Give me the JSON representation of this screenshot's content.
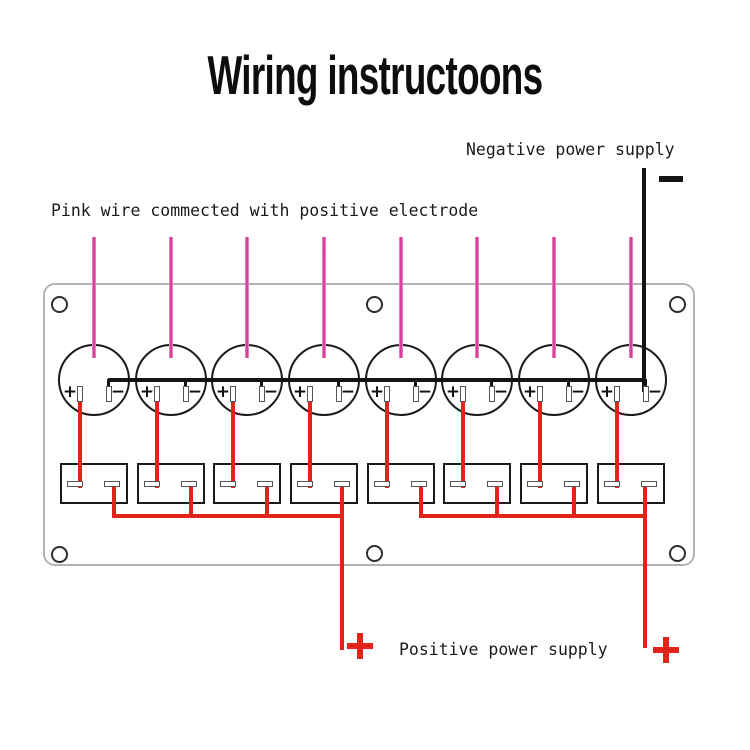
{
  "title": "Wiring instructoons",
  "labels": {
    "negative_supply": "Negative power supply",
    "pink_wire_note": "Pink wire commected with positive electrode",
    "positive_supply": "Positive power supply"
  },
  "terminals": {
    "positive_label": "+",
    "negative_label": "−"
  },
  "panel": {
    "gang_count": 8,
    "mounting_hole_count": 6
  },
  "colors": {
    "pink_wire": "#d42190",
    "red_wire": "#e2231a",
    "black_wire": "#141414",
    "panel_border": "#b3b3b3"
  }
}
